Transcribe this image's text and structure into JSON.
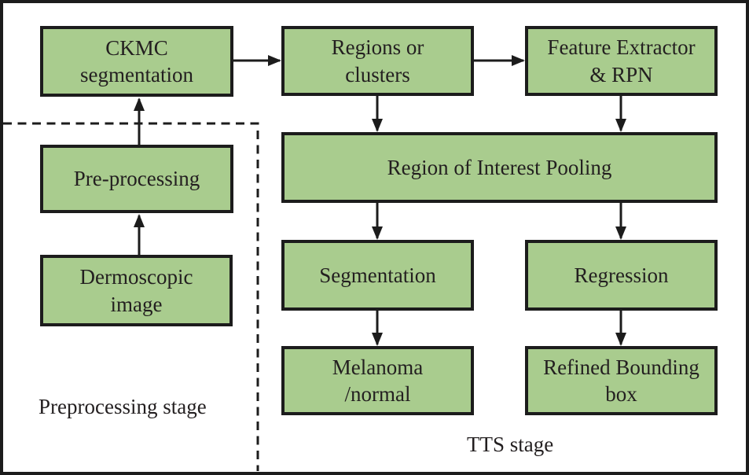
{
  "figure": {
    "type": "flowchart",
    "description": "Two-stage melanoma detection pipeline diagram",
    "colors": {
      "node_fill": "#a9cc8e",
      "node_border": "#1c1c1c",
      "text": "#231f20",
      "background": "#ffffff"
    },
    "stage_labels": {
      "preprocessing": "Preprocessing stage",
      "tts": "TTS stage"
    },
    "nodes": [
      {
        "id": "ckmc",
        "label": "CKMC\nsegmentation"
      },
      {
        "id": "preprocessing",
        "label": "Pre-processing"
      },
      {
        "id": "dermoscopic",
        "label": "Dermoscopic\nimage"
      },
      {
        "id": "regions",
        "label": "Regions or\nclusters"
      },
      {
        "id": "feature",
        "label": "Feature Extractor\n& RPN"
      },
      {
        "id": "roi",
        "label": "Region of Interest Pooling"
      },
      {
        "id": "segmentation",
        "label": "Segmentation"
      },
      {
        "id": "regression",
        "label": "Regression"
      },
      {
        "id": "melanoma",
        "label": "Melanoma\n/normal"
      },
      {
        "id": "refined",
        "label": "Refined Bounding\nbox"
      }
    ],
    "edges": [
      {
        "from": "dermoscopic",
        "to": "preprocessing"
      },
      {
        "from": "preprocessing",
        "to": "ckmc"
      },
      {
        "from": "ckmc",
        "to": "regions"
      },
      {
        "from": "regions",
        "to": "feature"
      },
      {
        "from": "regions",
        "to": "roi"
      },
      {
        "from": "feature",
        "to": "roi"
      },
      {
        "from": "roi",
        "to": "segmentation"
      },
      {
        "from": "roi",
        "to": "regression"
      },
      {
        "from": "segmentation",
        "to": "melanoma"
      },
      {
        "from": "regression",
        "to": "refined"
      }
    ]
  }
}
